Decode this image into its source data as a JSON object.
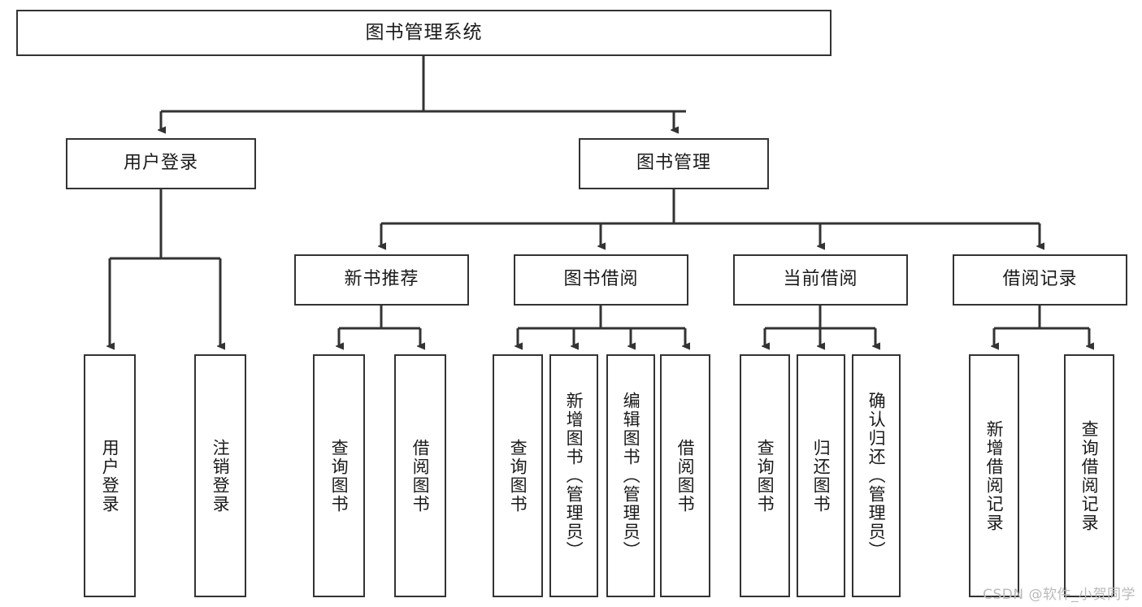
{
  "diagram": {
    "title": "图书管理系统",
    "type": "tree",
    "watermark": "CSDN @软件_小贺同学",
    "colors": {
      "border": "#333333",
      "background": "#ffffff",
      "text": "#1a1a1a",
      "watermark": "#b9b9b9"
    },
    "levels": {
      "root": {
        "label": "图书管理系统"
      },
      "level2": [
        {
          "id": "user-login",
          "label": "用户登录"
        },
        {
          "id": "book-management",
          "label": "图书管理"
        }
      ],
      "level3": [
        {
          "id": "new-book-recommend",
          "label": "新书推荐",
          "parent": "book-management"
        },
        {
          "id": "book-borrow",
          "label": "图书借阅",
          "parent": "book-management"
        },
        {
          "id": "current-borrow",
          "label": "当前借阅",
          "parent": "book-management"
        },
        {
          "id": "borrow-record",
          "label": "借阅记录",
          "parent": "book-management"
        }
      ],
      "leaves": [
        {
          "id": "leaf-user-login",
          "label": "用户登录",
          "parent": "user-login"
        },
        {
          "id": "leaf-logout",
          "label": "注销登录",
          "parent": "user-login"
        },
        {
          "id": "leaf-query-book-1",
          "label": "查询图书",
          "parent": "new-book-recommend"
        },
        {
          "id": "leaf-borrow-book-1",
          "label": "借阅图书",
          "parent": "new-book-recommend"
        },
        {
          "id": "leaf-query-book-2",
          "label": "查询图书",
          "parent": "book-borrow"
        },
        {
          "id": "leaf-add-book",
          "label": "新增图书（管理员）",
          "parent": "book-borrow"
        },
        {
          "id": "leaf-edit-book",
          "label": "编辑图书（管理员）",
          "parent": "book-borrow"
        },
        {
          "id": "leaf-borrow-book-2",
          "label": "借阅图书",
          "parent": "book-borrow"
        },
        {
          "id": "leaf-query-book-3",
          "label": "查询图书",
          "parent": "current-borrow"
        },
        {
          "id": "leaf-return-book",
          "label": "归还图书",
          "parent": "current-borrow"
        },
        {
          "id": "leaf-confirm-return",
          "label": "确认归还（管理员）",
          "parent": "current-borrow"
        },
        {
          "id": "leaf-add-record",
          "label": "新增借阅记录",
          "parent": "borrow-record"
        },
        {
          "id": "leaf-query-record",
          "label": "查询借阅记录",
          "parent": "borrow-record"
        }
      ]
    }
  }
}
